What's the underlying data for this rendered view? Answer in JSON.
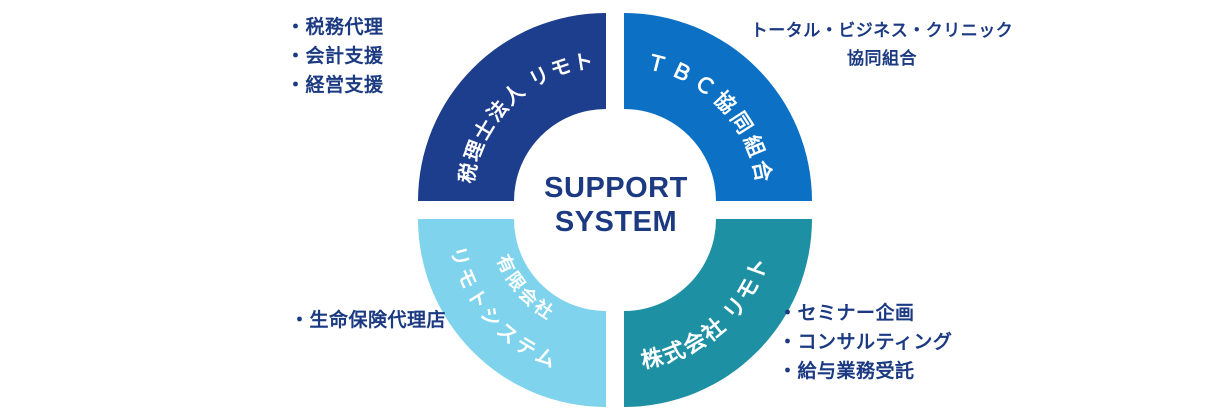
{
  "title": {
    "line1": "SUPPORT",
    "line2": "SYSTEM"
  },
  "colors": {
    "ink": "#1b3a82",
    "tax_firm_band": "#1d3e8c",
    "tbc_band": "#0c70c5",
    "remoto_system_band": "#7fd3ec",
    "remoto_inc_band": "#1e90a3",
    "band_text": "#ffffff"
  },
  "segments": {
    "tax_firm": {
      "name": "税理士法人 リモト",
      "services": [
        "・税務代理",
        "・会計支援",
        "・経営支援"
      ]
    },
    "tbc": {
      "name": "ＴＢＣ協同組合",
      "description_line1": "トータル・ビジネス・クリニック",
      "description_line2": "協同組合"
    },
    "remoto_system": {
      "name_line1": "有限会社",
      "name_line2": "リモトシステム",
      "services": [
        "・生命保険代理店"
      ]
    },
    "remoto_inc": {
      "name": "株式会社 リモト",
      "services": [
        "・セミナー企画",
        "・コンサルティング",
        "・給与業務受託"
      ]
    }
  }
}
